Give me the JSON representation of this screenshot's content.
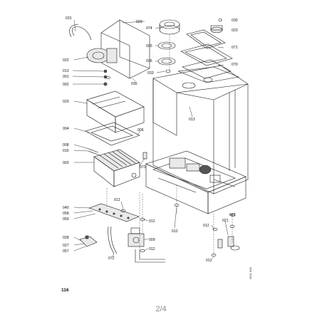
{
  "page_number": "116",
  "page_indicator": "2/4",
  "document_reference": "0601 008",
  "part_labels": [
    "031",
    "029",
    "030",
    "074",
    "023",
    "025",
    "071",
    "022",
    "026",
    "070",
    "013",
    "001",
    "033",
    "035",
    "002",
    "012",
    "020",
    "004",
    "006",
    "008",
    "016",
    "003",
    "073",
    "040",
    "058",
    "059",
    "009",
    "028",
    "027",
    "057",
    "072",
    "021"
  ]
}
